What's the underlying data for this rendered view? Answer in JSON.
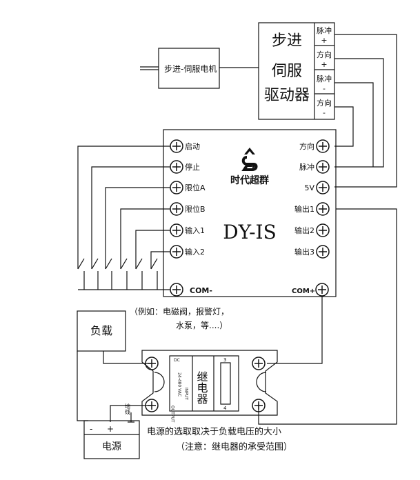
{
  "motor": {
    "label": "步进-伺服电机"
  },
  "driver": {
    "title_lines": [
      "步进",
      "伺服",
      "驱动器"
    ],
    "ports": [
      {
        "line1": "脉冲",
        "line2": "+"
      },
      {
        "line1": "方向",
        "line2": "+"
      },
      {
        "line1": "脉冲",
        "line2": "-"
      },
      {
        "line1": "方向",
        "line2": "-"
      }
    ]
  },
  "controller": {
    "model": "DY-IS",
    "brand": "时代超群",
    "left_terminals": [
      "启动",
      "停止",
      "限位A",
      "限位B",
      "输入1",
      "输入2"
    ],
    "right_terminals": [
      "方向",
      "脉冲",
      "5V",
      "输出1",
      "输出2",
      "输出3"
    ],
    "com_minus": "COM-",
    "com_plus": "COM+"
  },
  "load": {
    "label": "负载",
    "example_line1": "（例如：电磁阀，报警灯，",
    "example_line2": "水泵，等....）"
  },
  "relay": {
    "label": "继电器",
    "side_text_1": "DC",
    "side_text_2": "24-480 VAC",
    "side_text_3": "INPUT",
    "side_text_4": "OUTPUT",
    "pin_a": "3",
    "pin_b": "4"
  },
  "power": {
    "label": "电源",
    "minus": "-",
    "plus": "+",
    "ground": "地线",
    "note_line1": "电源的选取取决于负载电压的大小",
    "note_line2": "（注意：继电器的承受范围）"
  }
}
